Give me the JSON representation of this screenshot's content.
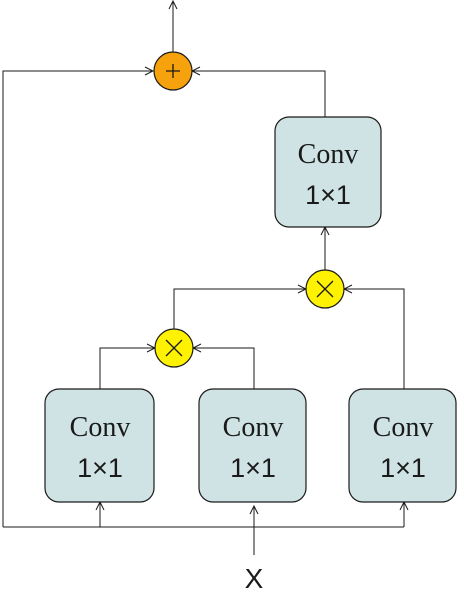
{
  "nodes": {
    "conv_top": {
      "title": "Conv",
      "size": "1×1"
    },
    "conv_left": {
      "title": "Conv",
      "size": "1×1"
    },
    "conv_middle": {
      "title": "Conv",
      "size": "1×1"
    },
    "conv_right": {
      "title": "Conv",
      "size": "1×1"
    }
  },
  "operators": {
    "add": {
      "symbol": "plus",
      "color": "#f5a20c"
    },
    "multiply_top": {
      "symbol": "times",
      "color": "#fff200"
    },
    "multiply_bottom": {
      "symbol": "times",
      "color": "#fff200"
    }
  },
  "input": {
    "label": "X"
  },
  "box_fill": "#cfe3e4",
  "stroke_color": "#1a1a1a"
}
